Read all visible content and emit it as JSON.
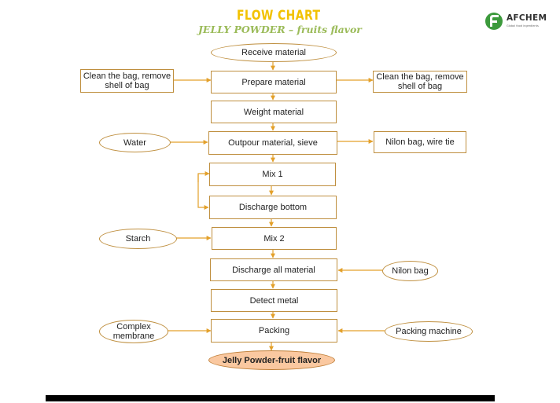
{
  "title": {
    "main": "FLOW CHART",
    "sub": "JELLY POWDER – fruits flavor"
  },
  "logo": {
    "name": "AFCHEM",
    "tagline": "Global food ingredients"
  },
  "steps": {
    "receive": "Receive material",
    "prepare": "Prepare material",
    "weight": "Weight material",
    "outpour": "Outpour material, sieve",
    "mix1": "Mix 1",
    "discharge_bottom": "Discharge bottom",
    "mix2": "Mix 2",
    "discharge_all": "Discharge all material",
    "detect": "Detect metal",
    "packing": "Packing",
    "final": "Jelly Powder-fruit flavor"
  },
  "side": {
    "clean_left": "Clean the bag, remove shell of bag",
    "clean_right": "Clean the bag, remove shell of bag",
    "water": "Water",
    "nilon_wire": "Nilon bag, wire tie",
    "starch": "Starch",
    "nilon_bag": "Nilon bag",
    "complex": "Complex membrane",
    "packing_machine": "Packing machine"
  },
  "colors": {
    "title": "#f2c200",
    "subtitle": "#9bbb59",
    "border": "#bf8f3f",
    "arrow": "#e3a02a",
    "final_fill": "#fac8a0"
  }
}
